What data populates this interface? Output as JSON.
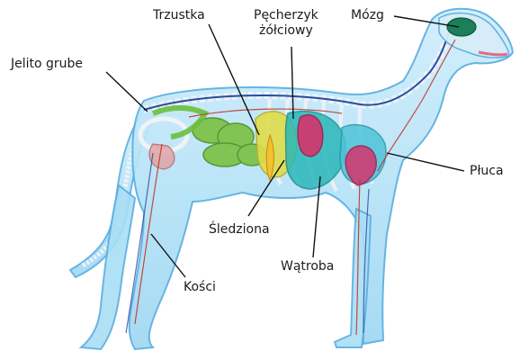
{
  "labels": {
    "trzustka": "Trzustka",
    "pecherzyk_line1": "Pęcherzyk",
    "pecherzyk_line2": "żółciowy",
    "mozg": "Mózg",
    "jelito_grube": "Jelito grube",
    "pluca": "Płuca",
    "sledziona": "Śledziona",
    "watroba": "Wątroba",
    "kosci": "Kości"
  },
  "colors": {
    "body": "#8fd3f4",
    "body_edge": "#5aaee0",
    "bone": "#eef3f8",
    "nerve": "#2b4a9c",
    "vessel": "#c0392b",
    "intestine": "#7ac142",
    "liver": "#2ab7b9",
    "stomach": "#e0dc4a",
    "spleen": "#f2c12e",
    "heart": "#d6336c",
    "lung": "#4fc3d9",
    "brain": "#1a7f5a",
    "leader": "#111111"
  }
}
